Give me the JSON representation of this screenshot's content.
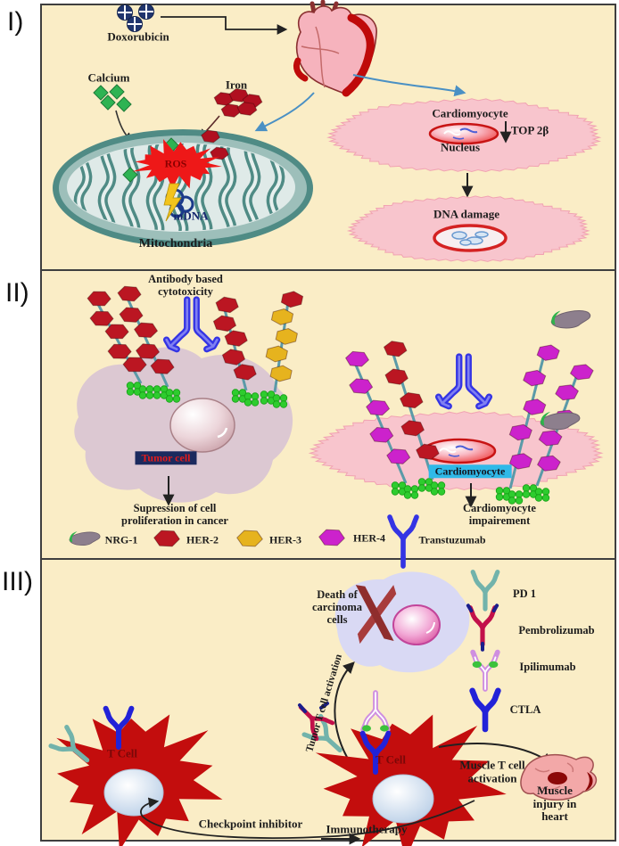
{
  "colors": {
    "panel_bg": "#faedc6",
    "panel_border": "#3f3f3f",
    "cell_pink": "#f8c5cd",
    "tumor_mauve": "#dcc8d2",
    "carcinoma_lavender": "#d9d9f4",
    "tcell_red": "#c30d0d",
    "ros_red": "#ee1818",
    "her2_red": "#bb1622",
    "her3_gold": "#e6b31e",
    "her4_magenta": "#cc22cc",
    "antibody_blue": "#3434e4",
    "calcium_green": "#2eb353",
    "iron_red": "#b01020",
    "doxorubicin_navy": "#20356e",
    "mitochondria_teal": "#4f8b85",
    "tumor_label_bg": "#1b2a5e",
    "tumor_label_text": "#e31b1b",
    "cardio_label_bg": "#2fb9e8",
    "pd1_teal": "#72b3ab",
    "pembrolizumab_crimson": "#c2104a",
    "ipilimumab_violet": "#cf8fe0",
    "ctla_blue": "#2222d8"
  },
  "panel1": {
    "label": "I)",
    "doxorubicin": "Doxorubicin",
    "calcium": "Calcium",
    "iron": "Iron",
    "ros": "ROS",
    "mdna": "mDNA",
    "mitochondria": "Mitochondria",
    "cardiomyocyte": "Cardiomyocyte",
    "top2b": "TOP 2β",
    "nucleus": "Nucleus",
    "dna_damage": "DNA damage"
  },
  "panel2": {
    "label": "II)",
    "title": "Antibody based\ncytotoxicity",
    "tumor_cell": "Tumor cell",
    "suppression": "Supression of cell\nproliferation in cancer",
    "cardiomyocyte": "Cardiomyocyte",
    "impairment": "Cardiomyocyte impairement",
    "legend": [
      {
        "name": "NRG-1"
      },
      {
        "name": "HER-2"
      },
      {
        "name": "HER-3"
      },
      {
        "name": "HER-4"
      },
      {
        "name": "Transtuzumab"
      }
    ]
  },
  "panel3": {
    "label": "III)",
    "death": "Death of\ncarcinoma\ncells",
    "tumor_t_activation": "Tumor T cell activation",
    "t_cell_left": "T Cell",
    "t_cell_right": "T Cell",
    "checkpoint": "Checkpoint inhibitor",
    "immunotherapy": "Immunotherapy",
    "muscle_activation": "Muscle T cell\nactivation",
    "muscle_injury": "Muscle injury in\nheart",
    "legend": [
      {
        "name": "PD 1"
      },
      {
        "name": "Pembrolizumab"
      },
      {
        "name": "Ipilimumab"
      },
      {
        "name": "CTLA"
      }
    ]
  }
}
